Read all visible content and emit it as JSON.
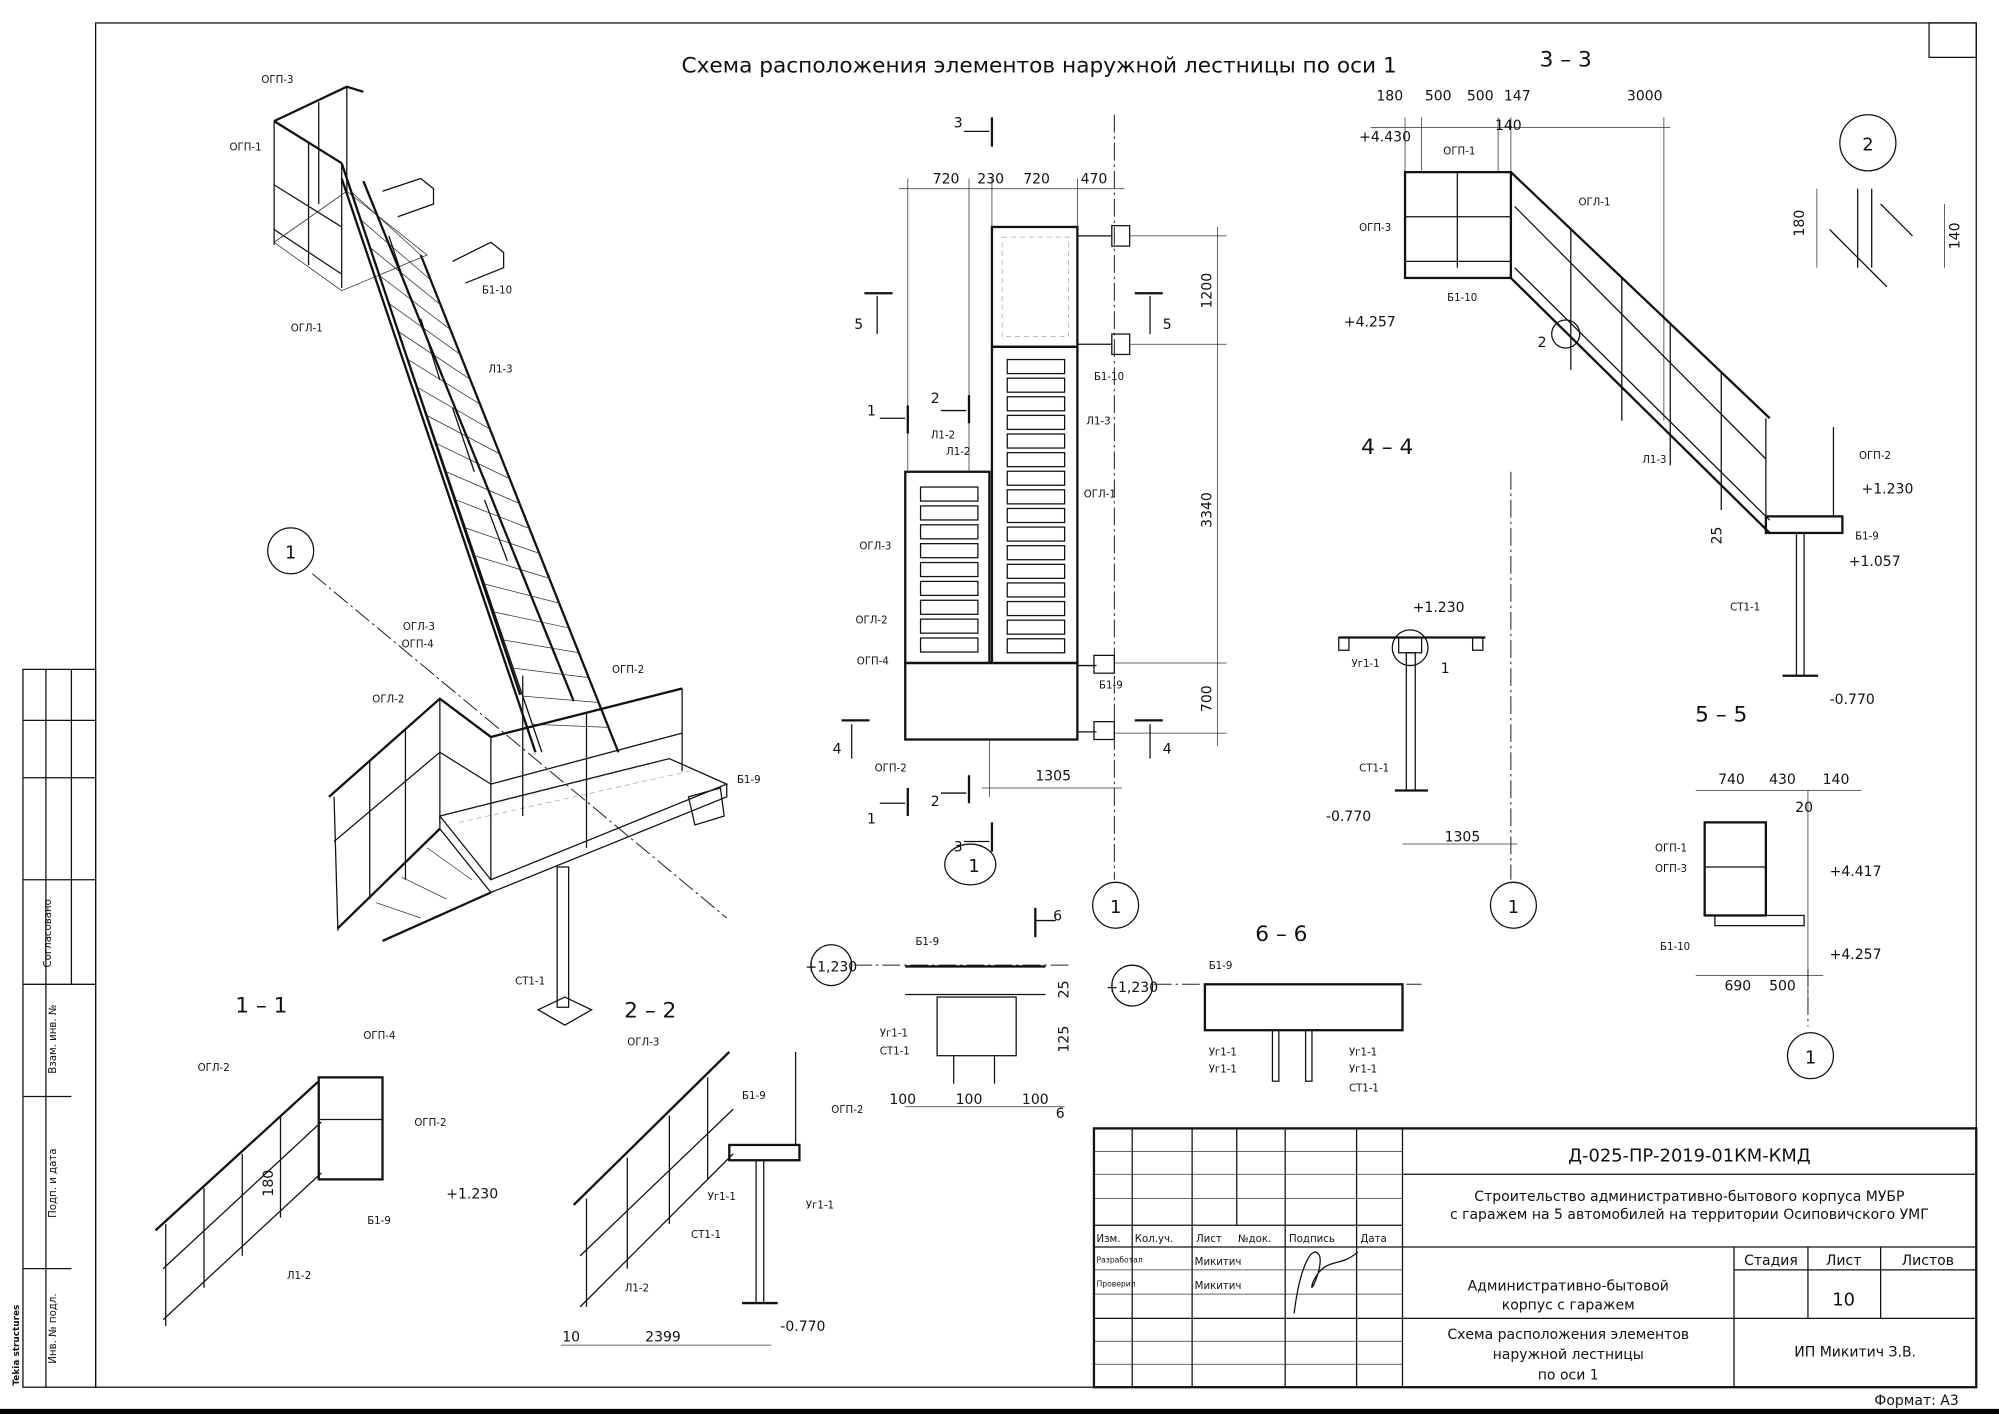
{
  "title": "Схема расположения элементов наружной лестницы по оси 1",
  "iso": {
    "l": [
      "ОГП-3",
      "ОГП-1",
      "Б1-10",
      "ОГЛ-1",
      "Л1-3",
      "1",
      "ОГЛ-3",
      "ОГП-4",
      "ОГП-2",
      "ОГЛ-2",
      "Б1-9",
      "СТ1-1"
    ]
  },
  "plan": {
    "l": [
      "720",
      "230",
      "720",
      "470",
      "1200",
      "3340",
      "700",
      "1305",
      "3",
      "5",
      "5",
      "1",
      "2",
      "4",
      "4",
      "1",
      "2",
      "3",
      "1",
      "1",
      "Л1-2",
      "Л1-2",
      "Б1-10",
      "Л1-3",
      "ОГЛ-1",
      "ОГЛ-3",
      "ОГЛ-2",
      "ОГП-4",
      "Б1-9",
      "ОГП-2"
    ]
  },
  "s33": {
    "title": "3 – 3",
    "l": [
      "180",
      "500",
      "500",
      "147",
      "3000",
      "140",
      "+4.430",
      "ОГП-1",
      "ОГЛ-1",
      "ОГП-3",
      "Б1-10",
      "+4.257",
      "2",
      "Л1-3",
      "ОГП-2",
      "+1.230",
      "25",
      "Б1-9",
      "+1.057",
      "СТ1-1",
      "-0.770"
    ]
  },
  "detail2": {
    "l": [
      "2",
      "180",
      "140"
    ]
  },
  "s44": {
    "title": "4 – 4",
    "l": [
      "+1.230",
      "Уг1-1",
      "1",
      "СТ1-1",
      "-0.770",
      "1305",
      "1"
    ]
  },
  "s55": {
    "title": "5 – 5",
    "l": [
      "740",
      "430",
      "140",
      "20",
      "ОГП-1",
      "ОГП-3",
      "+4.417",
      "Б1-10",
      "+4.257",
      "690",
      "500",
      "1"
    ]
  },
  "n6": {
    "l": [
      "6",
      "+1,230",
      "Б1-9",
      "25",
      "125",
      "Уг1-1",
      "СТ1-1",
      "100",
      "100",
      "100",
      "6"
    ]
  },
  "s66": {
    "title": "6 – 6",
    "l": [
      "+1,230",
      "Б1-9",
      "Уг1-1",
      "Уг1-1",
      "Уг1-1",
      "Уг1-1",
      "СТ1-1"
    ]
  },
  "s11": {
    "title": "1 – 1",
    "l": [
      "ОГП-4",
      "ОГЛ-2",
      "ОГП-2",
      "180",
      "+1.230",
      "Б1-9",
      "Л1-2"
    ]
  },
  "s22": {
    "title": "2 – 2",
    "l": [
      "ОГЛ-3",
      "Б1-9",
      "ОГП-2",
      "Уг1-1",
      "Уг1-1",
      "СТ1-1",
      "Л1-2",
      "-0.770",
      "10",
      "2399"
    ]
  },
  "stamp": {
    "l": [
      "Согласовано",
      "Взам. инв. №",
      "Подп. и дата",
      "Инв. № подл."
    ],
    "software": "Tekia structures"
  },
  "tb": {
    "code": "Д-025-ПР-2019-01КМ-КМД",
    "project": [
      "Строительство административно-бытового корпуса МУБР",
      "с гаражем на 5 автомобилей на территории Осиповичского УМГ"
    ],
    "headers": [
      "Изм.",
      "Кол.уч.",
      "Лист",
      "№док.",
      "Подпись",
      "Дата"
    ],
    "roles": [
      "Разработал",
      "Проверил"
    ],
    "names": [
      "Микитич",
      "Микитич"
    ],
    "stage_headers": [
      "Стадия",
      "Лист",
      "Листов"
    ],
    "sheet": "10",
    "object": [
      "Административно-бытовой",
      "корпус с гаражем"
    ],
    "sheet_title": [
      "Схема расположения элементов",
      "наружной лестницы",
      "по оси 1"
    ],
    "company": "ИП Микитич З.В.",
    "format": "Формат: А3"
  }
}
